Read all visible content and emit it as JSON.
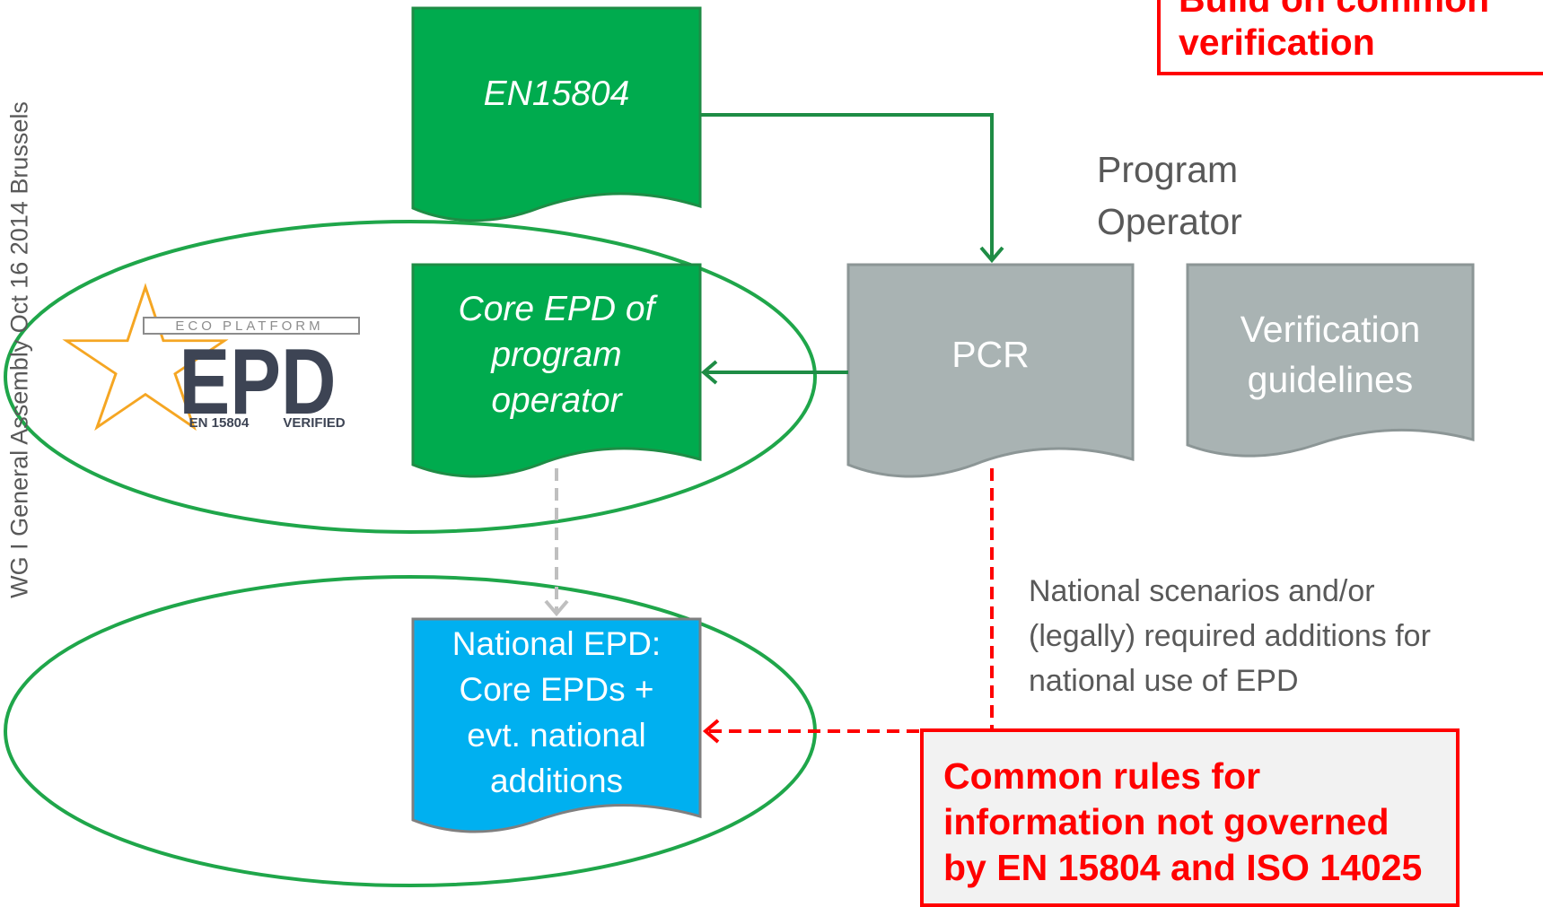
{
  "sidebar": {
    "text": "WG I  General Assembly Oct 16 2014 Brussels"
  },
  "callout_top": {
    "line1": "Build on common",
    "line2": "verification"
  },
  "program_operator": {
    "line1": "Program",
    "line2": "Operator"
  },
  "nodes": {
    "en15804": {
      "label": "EN15804"
    },
    "core_epd": {
      "lines": [
        "Core EPD of",
        "program",
        "operator"
      ]
    },
    "pcr": {
      "label": "PCR"
    },
    "verification": {
      "lines": [
        "Verification",
        "guidelines"
      ]
    },
    "national_epd": {
      "lines": [
        "National EPD:",
        "Core EPDs +",
        "evt. national",
        "additions"
      ]
    }
  },
  "logo": {
    "top_text": "ECO PLATFORM",
    "main_text": "EPD",
    "sub_left": "EN 15804",
    "sub_right": "VERIFIED"
  },
  "national_note": {
    "lines": [
      "National scenarios and/or",
      "(legally) required additions for",
      "national use of EPD"
    ]
  },
  "callout_bottom": {
    "lines": [
      "Common rules for",
      "information not governed",
      "by EN 15804 and ISO 14025"
    ]
  },
  "colors": {
    "green_doc": "#00ab4e",
    "green_line": "#1e8c45",
    "gray_doc": "#a9b3b3",
    "blue_doc": "#00b0f0",
    "red": "#ff0000",
    "logo_star": "#f5a623",
    "logo_text": "#3d4454"
  }
}
